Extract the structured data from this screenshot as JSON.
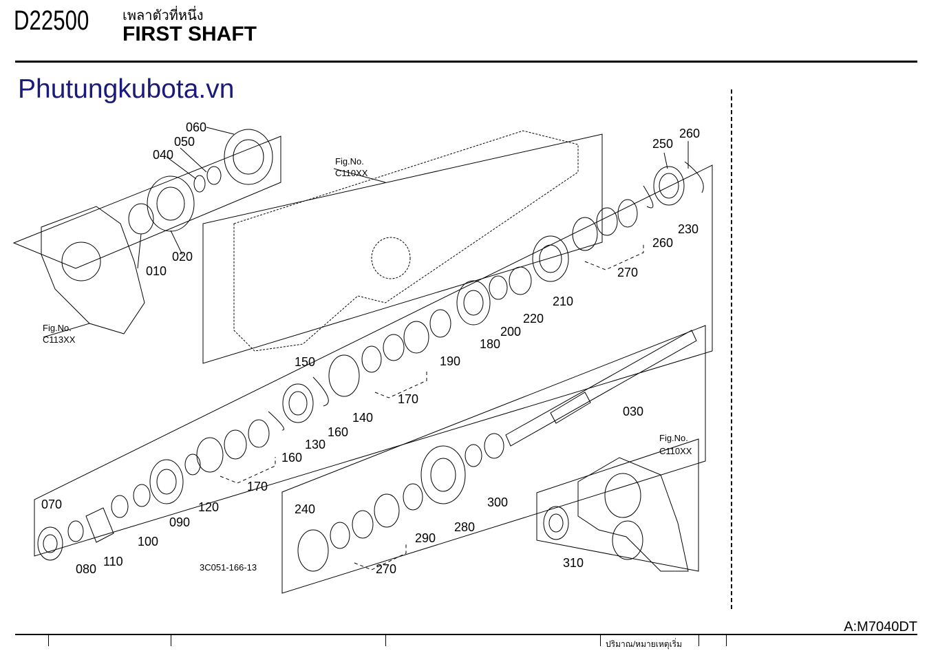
{
  "header": {
    "code": "D22500",
    "thai_title": "เพลาตัวที่หนึ่ง",
    "title": "FIRST SHAFT"
  },
  "watermark": "Phutungkubota.vn",
  "model": "A:M7040DT",
  "drawing_no": "3C051-166-13",
  "footer_note": "ปริมาณ/หมายเหตุเริ่ม",
  "fig_refs": [
    {
      "label": "Fig.No.",
      "ref": "C113XX"
    },
    {
      "label": "Fig.No.",
      "ref": "C110XX"
    },
    {
      "label": "Fig.No.",
      "ref": "C110XX"
    }
  ],
  "parts": [
    "060",
    "050",
    "040",
    "010",
    "020",
    "030",
    "070",
    "080",
    "090",
    "100",
    "110",
    "120",
    "130",
    "140",
    "150",
    "160",
    "160",
    "170",
    "170",
    "180",
    "190",
    "200",
    "210",
    "220",
    "230",
    "240",
    "250",
    "260",
    "260",
    "270",
    "270",
    "280",
    "290",
    "300",
    "310"
  ]
}
